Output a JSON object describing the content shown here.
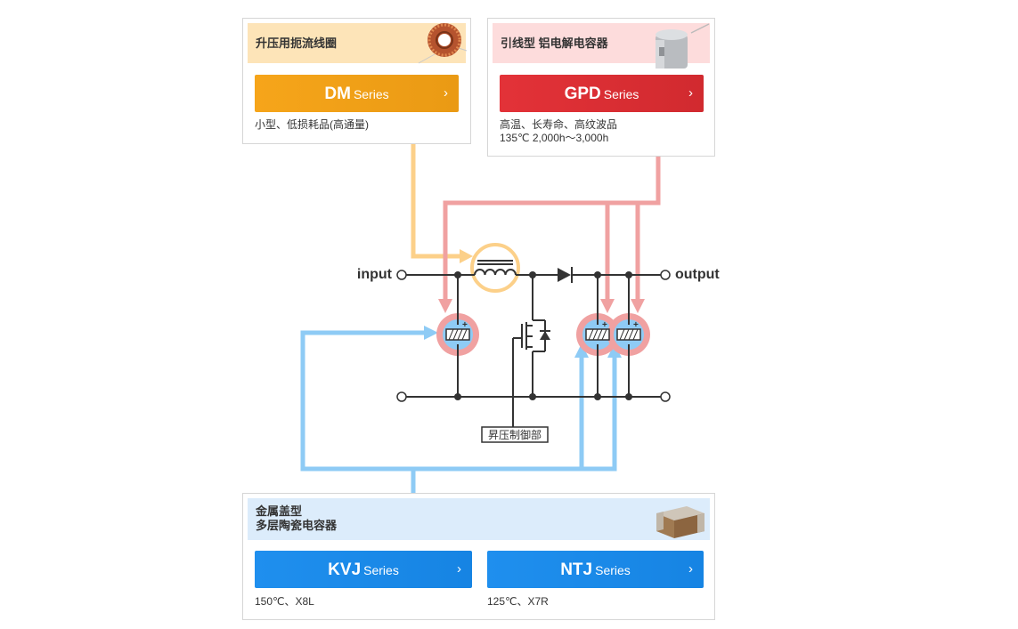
{
  "colors": {
    "inductor": "#f6a01a",
    "aluminum": "#e03136",
    "mlcc": "#1f8fee",
    "inductor_bg": "#fde4b8",
    "aluminum_bg": "#fddcdc",
    "mlcc_bg": "#dcecfb",
    "arrow_orange": "#fcd089",
    "arrow_red": "#f0a1a1",
    "arrow_blue": "#8ecbf5"
  },
  "cards": {
    "inductor": {
      "title": "升压用扼流线圈",
      "button": {
        "code": "DM",
        "suffix": "Series"
      },
      "desc": "小型、低损耗品(高通量)",
      "image": "toroidal-inductor-icon"
    },
    "aluminum": {
      "title": "引线型 铝电解电容器",
      "button": {
        "code": "GPD",
        "suffix": "Series"
      },
      "desc1": "高温、长寿命、高纹波品",
      "desc2": "135℃ 2,000h～3,000h",
      "image": "electrolytic-capacitor-icon"
    },
    "mlcc": {
      "title1": "金属盖型",
      "title2": "多层陶瓷电容器",
      "button1": {
        "code": "KVJ",
        "suffix": "Series",
        "desc": "150℃、X8L"
      },
      "button2": {
        "code": "NTJ",
        "suffix": "Series",
        "desc": "125℃、X7R"
      },
      "image": "ceramic-capacitor-icon"
    }
  },
  "circuit": {
    "input_label": "input",
    "output_label": "output",
    "controller_label": "昇压制御部"
  }
}
